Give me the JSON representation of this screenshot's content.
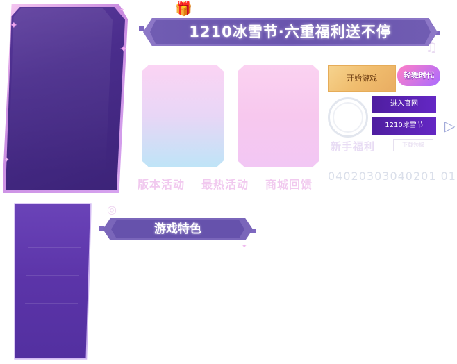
{
  "banner": {
    "title": "1210冰雪节·六重福利送不停"
  },
  "tabs": [
    {
      "label": "版本活动"
    },
    {
      "label": "最热活动"
    },
    {
      "label": "商城回馈"
    }
  ],
  "right_panel": {
    "start_game_label": "开始游戏",
    "logo_text": "轻舞时代",
    "official_site_label": "进入官网",
    "festival_label": "1210冰雪节",
    "newbie_label": "新手福利",
    "download_label": "下载领取",
    "digits": "04020303040201 01"
  },
  "section2": {
    "title": "游戏特色"
  },
  "icons": {
    "gift": "gift-icon",
    "music": "music-note-icon",
    "sparkle": "sparkle-icon",
    "arrow": "play-arrow-icon"
  },
  "colors": {
    "primary_purple": "#4a2d8c",
    "banner_purple": "#705cb2",
    "button_purple": "#5b25b4",
    "gold": "#f0bd6e"
  }
}
